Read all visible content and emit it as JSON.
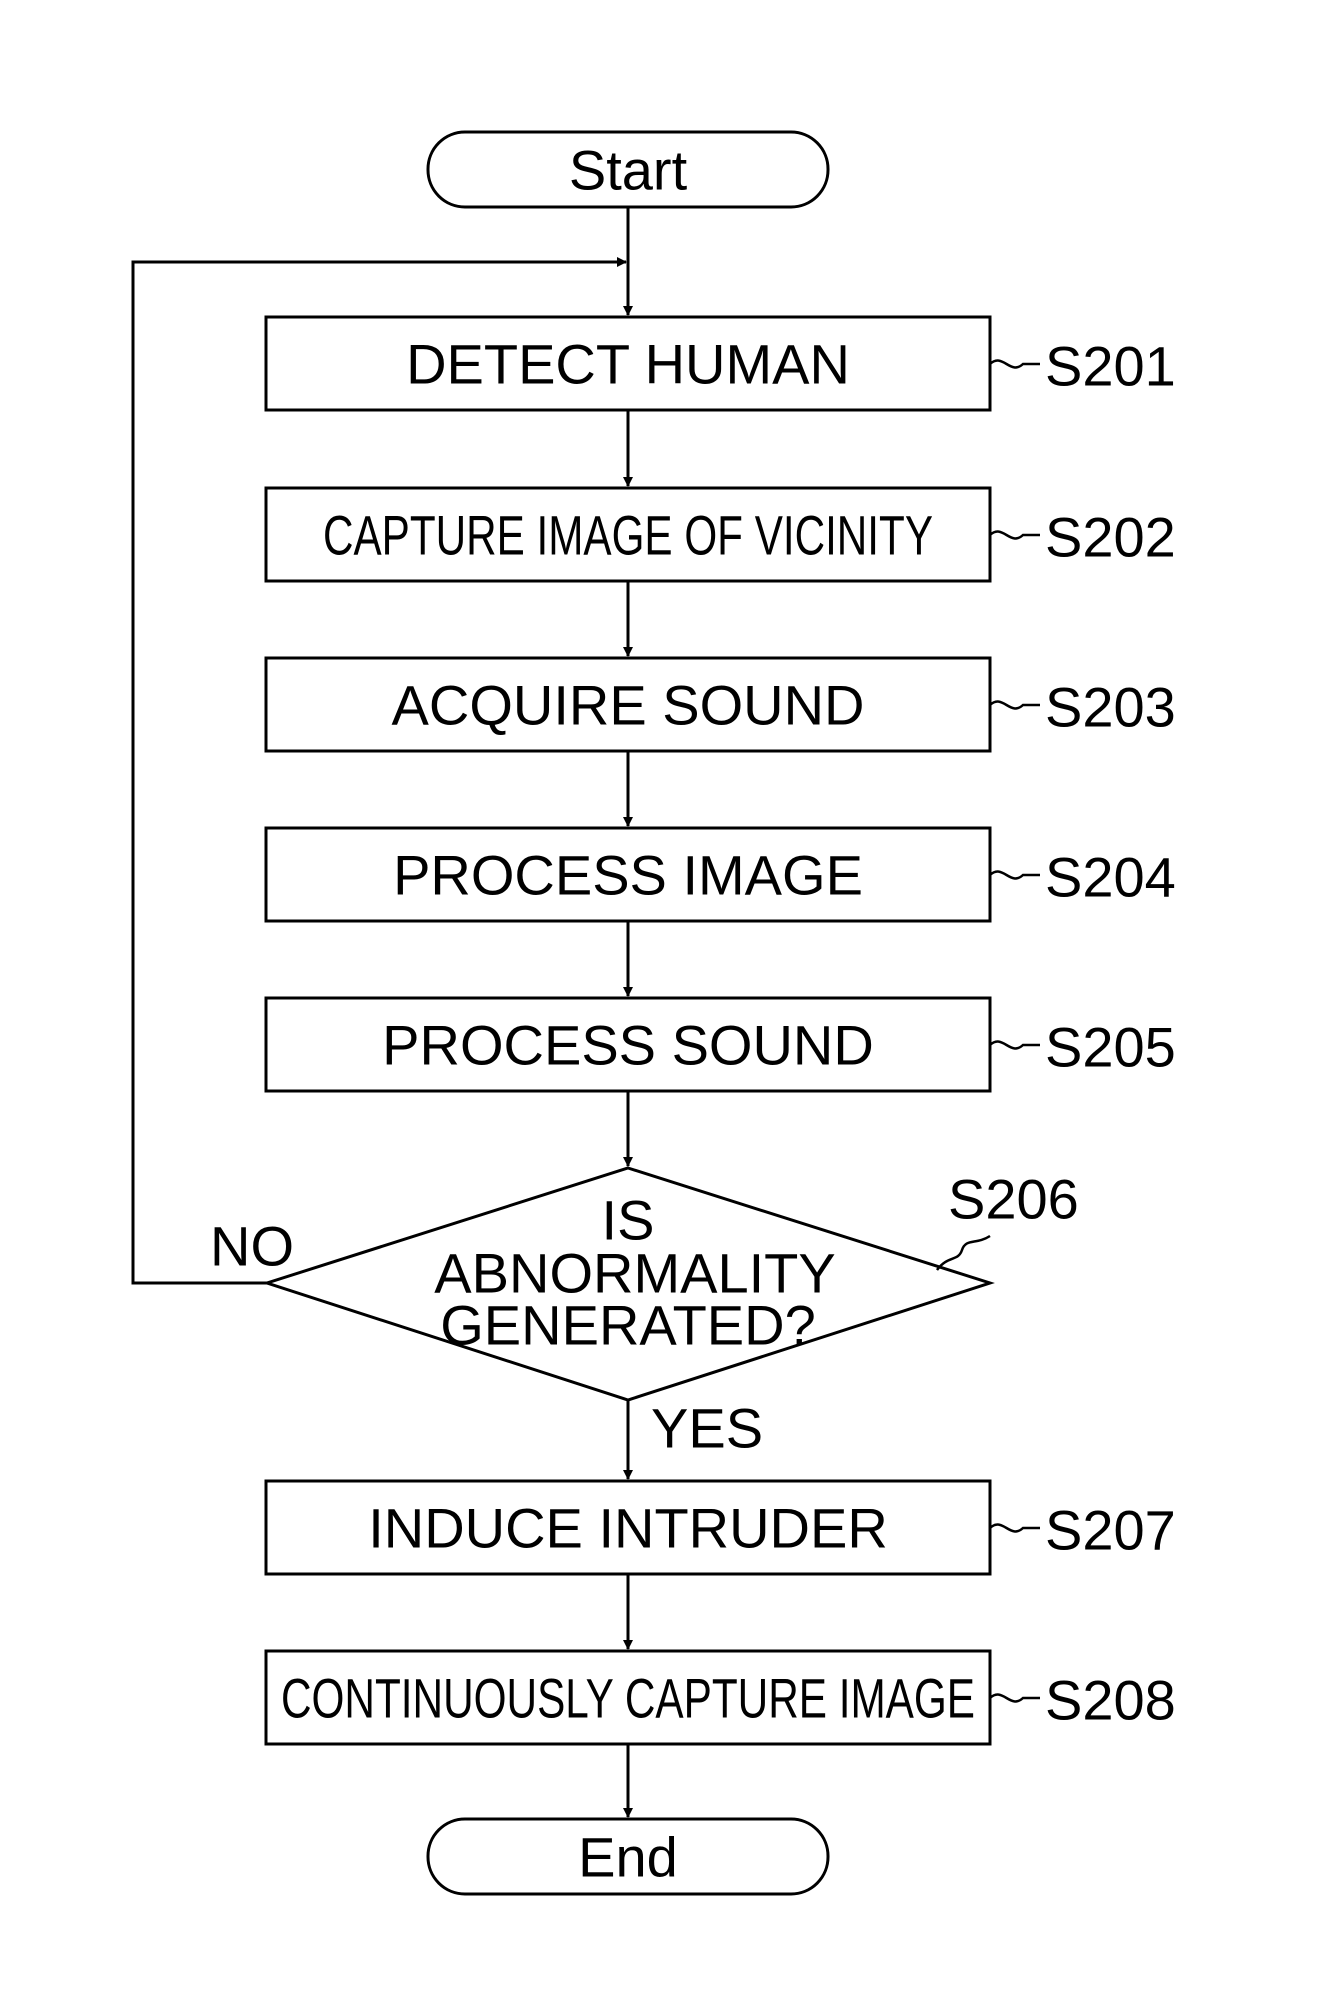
{
  "flowchart": {
    "start": "Start",
    "end": "End",
    "steps": [
      {
        "label": "DETECT HUMAN",
        "id": "S201"
      },
      {
        "label": "CAPTURE IMAGE OF VICINITY",
        "id": "S202"
      },
      {
        "label": "ACQUIRE SOUND",
        "id": "S203"
      },
      {
        "label": "PROCESS IMAGE",
        "id": "S204"
      },
      {
        "label": "PROCESS SOUND",
        "id": "S205"
      }
    ],
    "decision": {
      "lines": [
        "IS",
        "ABNORMALITY",
        "GENERATED?"
      ],
      "id": "S206",
      "no": "NO",
      "yes": "YES"
    },
    "after": [
      {
        "label": "INDUCE INTRUDER",
        "id": "S207"
      },
      {
        "label": "CONTINUOUSLY CAPTURE IMAGE",
        "id": "S208"
      }
    ]
  }
}
